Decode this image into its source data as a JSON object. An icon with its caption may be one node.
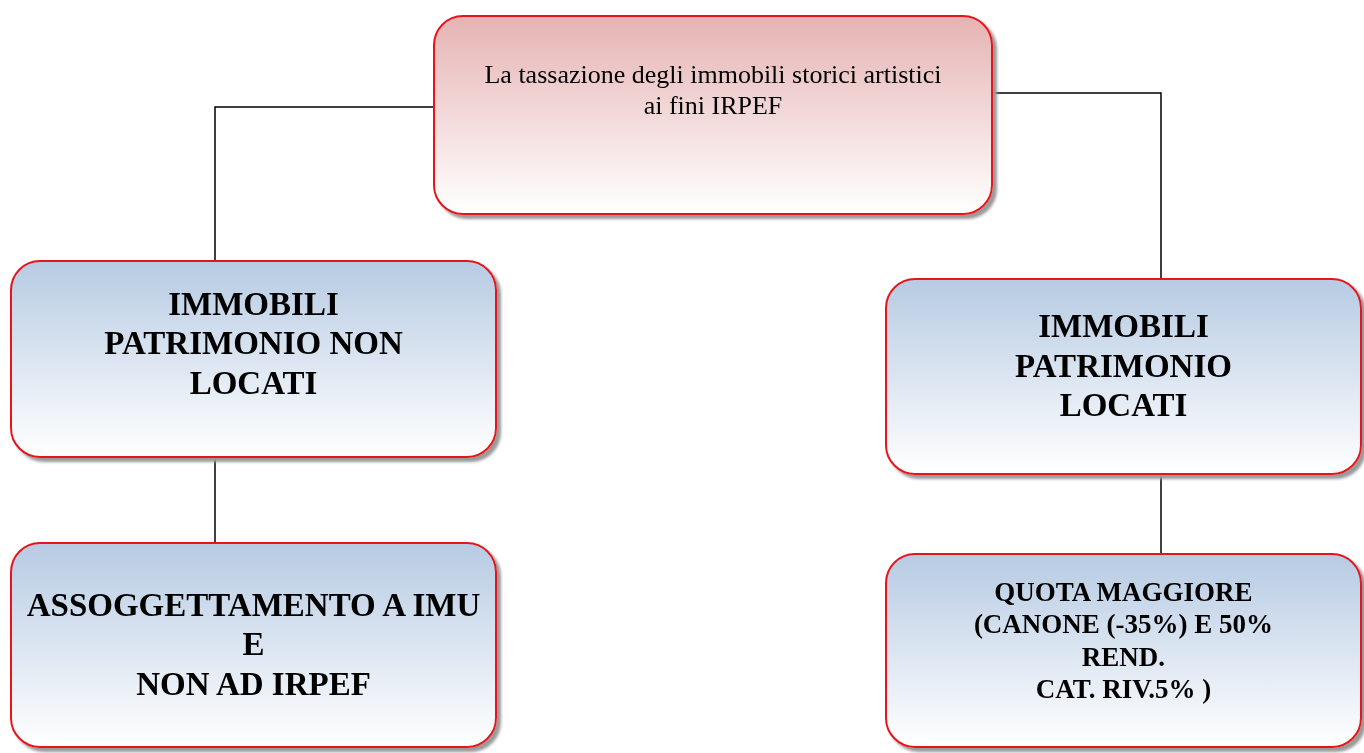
{
  "diagram": {
    "nodes": [
      {
        "text": [
          "La tassazione degli immobili storici artistici  ai fini IRPEF"
        ]
      },
      {
        "text": [
          "IMMOBILI PATRIMONIO NON LOCATI"
        ]
      },
      {
        "text": [
          "IMMOBILI PATRIMONIO LOCATI"
        ]
      },
      {
        "text": [
          "ASSOGGETTAMENTO A IMU",
          "E",
          "NON AD IRPEF"
        ]
      },
      {
        "text": [
          "QUOTA MAGGIORE (CANONE (-35%) E 50% REND.",
          "CAT. RIV.5% )"
        ]
      }
    ],
    "edges": [
      {
        "from": 0,
        "to": 1,
        "arrow": "none"
      },
      {
        "from": 0,
        "to": 2,
        "arrow": "none"
      },
      {
        "from": 1,
        "to": 3,
        "arrow": "none"
      },
      {
        "from": 2,
        "to": 4,
        "arrow": "none"
      }
    ]
  }
}
